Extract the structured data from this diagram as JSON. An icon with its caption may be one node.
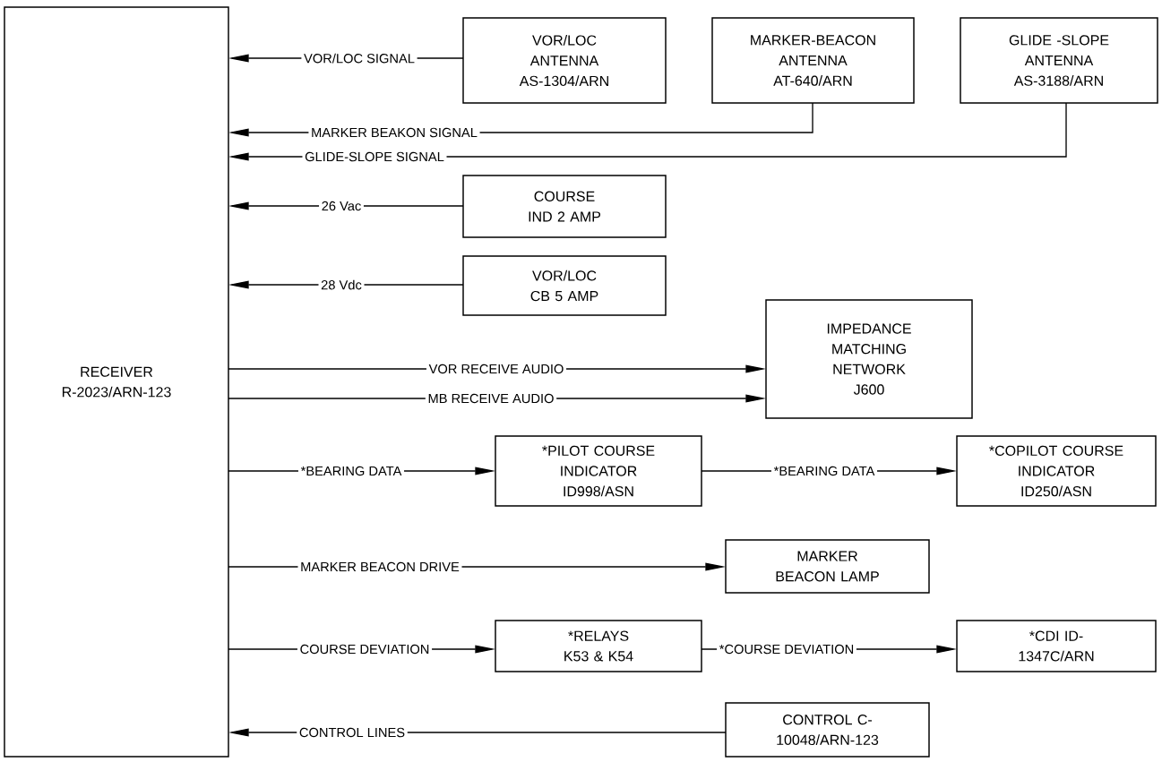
{
  "diagram": {
    "nodes": [
      {
        "text": [
          "RECEIVER R-2023/ARN-123"
        ]
      },
      {
        "text": [
          "VOR/LOC ANTENNA AS-1304/ARN"
        ]
      },
      {
        "text": [
          "MARKER-BEACON ANTENNA AT-640/ARN"
        ]
      },
      {
        "text": [
          "GLIDE -SLOPE ANTENNA AS-3188/ARN"
        ]
      },
      {
        "text": [
          "COURSE IND 2 AMP"
        ]
      },
      {
        "text": [
          "VOR/LOC CB 5 AMP"
        ]
      },
      {
        "text": [
          "IMPEDANCE MATCHING NETWORK J600"
        ]
      },
      {
        "text": [
          "*PILOT COURSE INDICATOR ID998/ASN"
        ]
      },
      {
        "text": [
          "*COPILOT COURSE INDICATOR ID250/ASN"
        ]
      },
      {
        "text": [
          "MARKER BEACON LAMP"
        ]
      },
      {
        "text": [
          "*RELAYS K53 & K54"
        ]
      },
      {
        "text": [
          "*CDI ID-1347C/ARN"
        ]
      },
      {
        "text": [
          "CONTROL C-10048/ARN-123"
        ]
      }
    ],
    "edges": [
      {
        "from": 1,
        "to": 0,
        "arrow": "to",
        "label": "VOR/LOC SIGNAL"
      },
      {
        "from": 2,
        "to": 0,
        "arrow": "to",
        "label": "MARKER BEAKON SIGNAL"
      },
      {
        "from": 3,
        "to": 0,
        "arrow": "to",
        "label": "GLIDE-SLOPE SIGNAL"
      },
      {
        "from": 4,
        "to": 0,
        "arrow": "to",
        "label": "26 Vac"
      },
      {
        "from": 5,
        "to": 0,
        "arrow": "to",
        "label": "28 Vdc"
      },
      {
        "from": 0,
        "to": 6,
        "arrow": "to",
        "label": "VOR RECEIVE AUDIO"
      },
      {
        "from": 0,
        "to": 6,
        "arrow": "to",
        "label": "MB RECEIVE AUDIO"
      },
      {
        "from": 0,
        "to": 7,
        "arrow": "to",
        "label": "*BEARING DATA"
      },
      {
        "from": 7,
        "to": 8,
        "arrow": "to",
        "label": "*BEARING DATA"
      },
      {
        "from": 0,
        "to": 9,
        "arrow": "to",
        "label": "MARKER BEACON DRIVE"
      },
      {
        "from": 0,
        "to": 10,
        "arrow": "to",
        "label": "COURSE DEVIATION"
      },
      {
        "from": 10,
        "to": 11,
        "arrow": "to",
        "label": "*COURSE DEVIATION"
      },
      {
        "from": 12,
        "to": 0,
        "arrow": "to",
        "label": "CONTROL LINES"
      }
    ]
  }
}
